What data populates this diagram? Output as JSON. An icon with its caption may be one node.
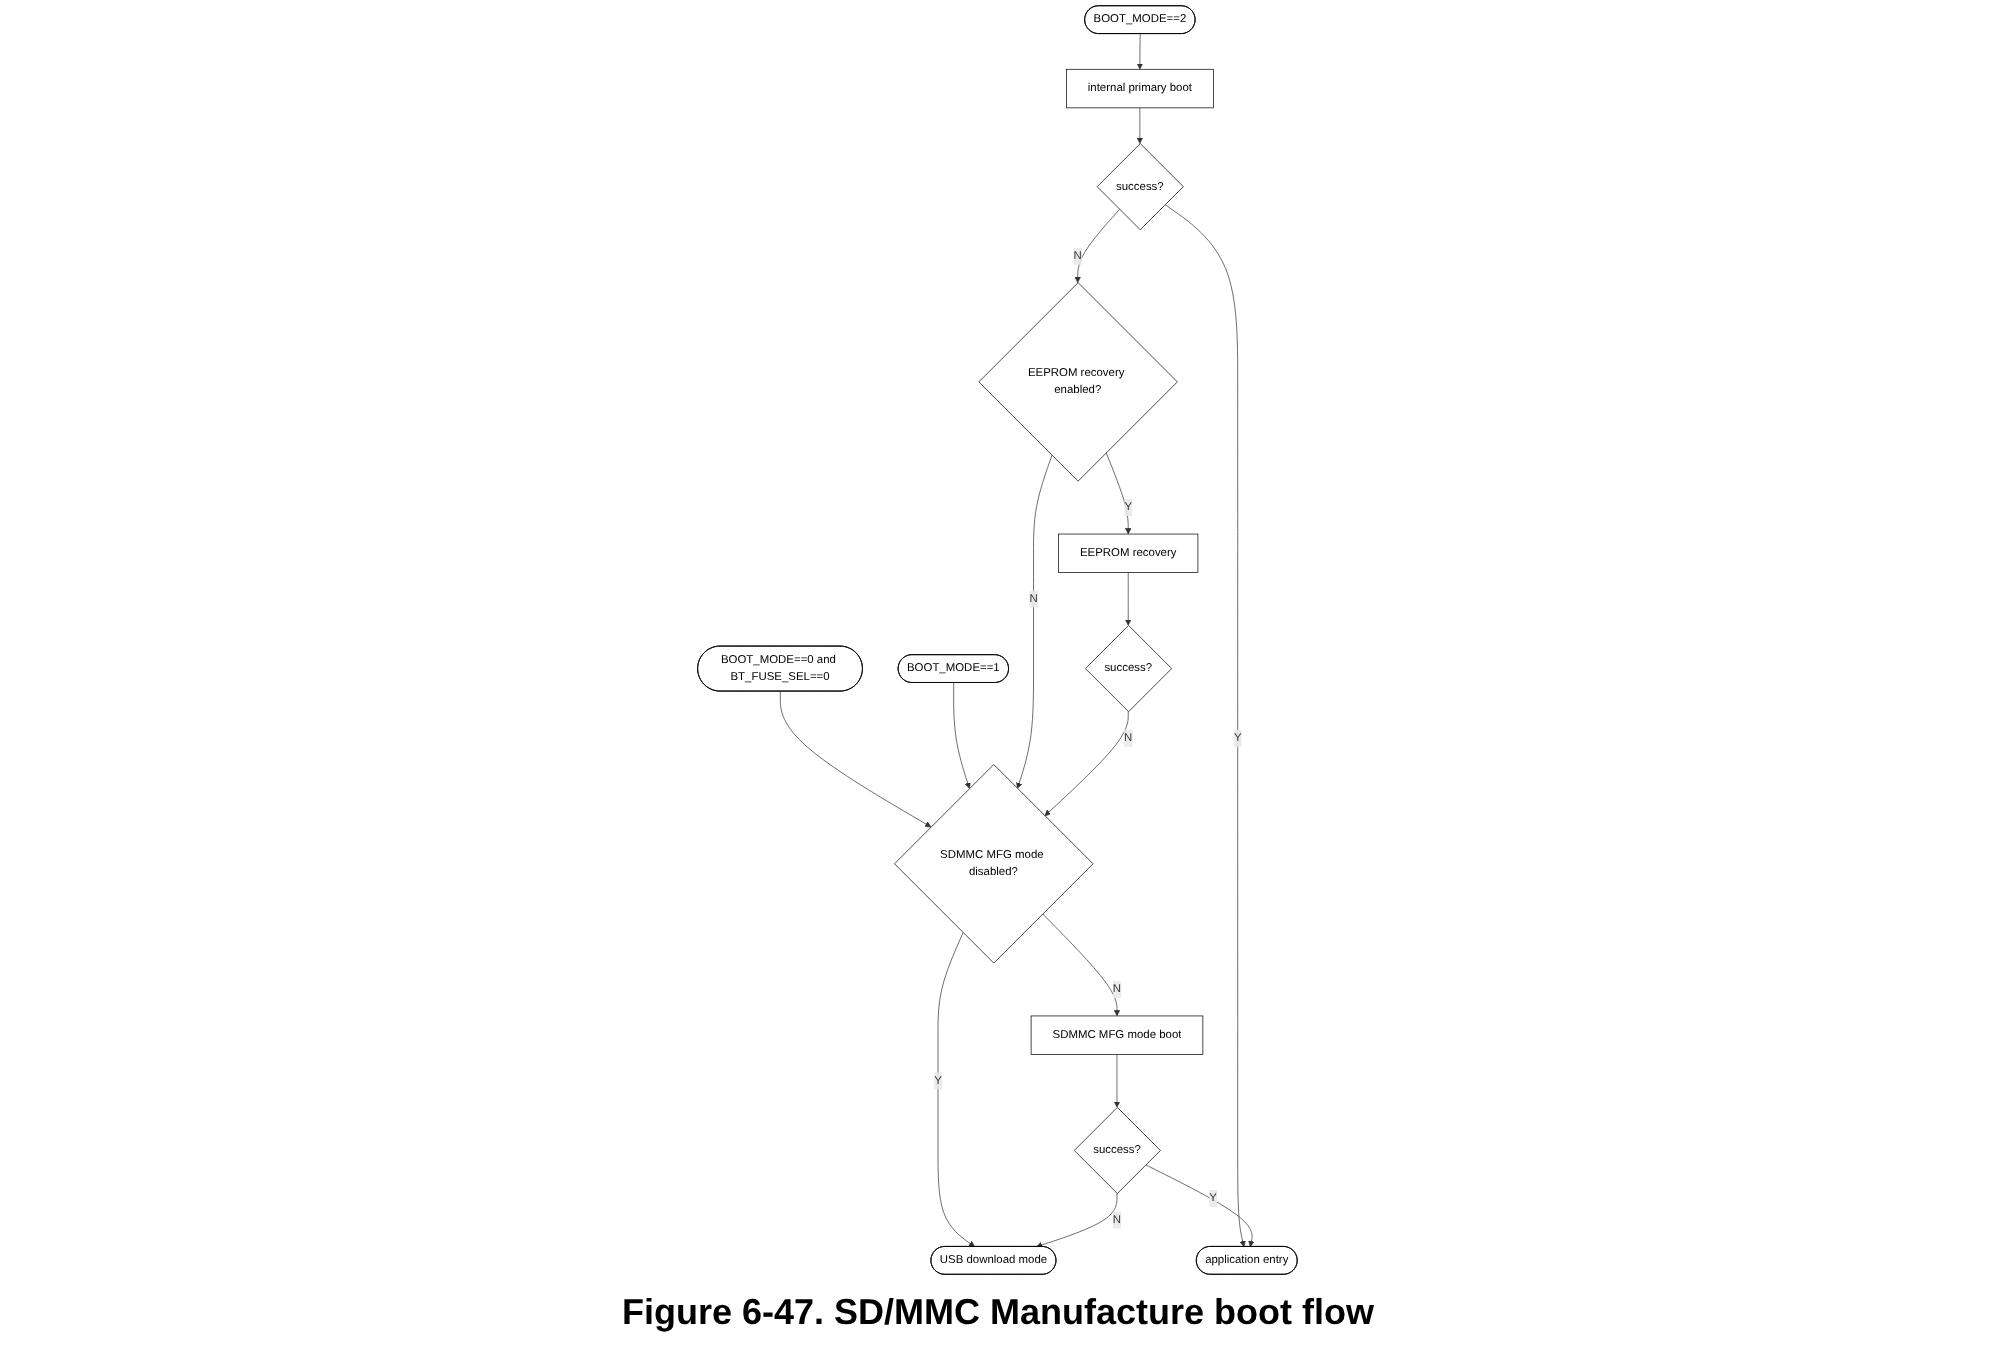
{
  "diagram": {
    "caption": "Figure 6-47. SD/MMC Manufacture boot flow",
    "nodes": [
      {
        "text": [
          "BOOT_MODE==0 and BT_FUSE_SEL==0"
        ]
      },
      {
        "text": [
          "BOOT_MODE==1"
        ]
      },
      {
        "text": [
          "BOOT_MODE==2"
        ]
      },
      {
        "text": [
          "SDMMC MFG mode disabled?"
        ]
      },
      {
        "text": [
          "internal primary boot"
        ]
      },
      {
        "text": [
          "EEPROM recovery enabled?"
        ]
      },
      {
        "text": [
          "success?"
        ]
      },
      {
        "text": [
          "SDMMC MFG mode boot"
        ]
      },
      {
        "text": [
          "EEPROM recovery"
        ]
      },
      {
        "text": [
          "success?"
        ]
      },
      {
        "text": [
          "success?"
        ]
      },
      {
        "text": [
          "USB download mode"
        ]
      },
      {
        "text": [
          "application entry"
        ]
      }
    ],
    "edges": [
      {
        "from": 0,
        "to": 3,
        "arrow": "to"
      },
      {
        "from": 1,
        "to": 3,
        "arrow": "to"
      },
      {
        "from": 2,
        "to": 4,
        "arrow": "to"
      },
      {
        "from": 4,
        "to": 6,
        "arrow": "to"
      },
      {
        "from": 6,
        "to": 5,
        "arrow": "to",
        "label": "N"
      },
      {
        "from": 6,
        "to": 12,
        "arrow": "to",
        "label": "Y"
      },
      {
        "from": 5,
        "to": 3,
        "arrow": "to",
        "label": "N"
      },
      {
        "from": 5,
        "to": 8,
        "arrow": "to",
        "label": "Y"
      },
      {
        "from": 8,
        "to": 10,
        "arrow": "to"
      },
      {
        "from": 10,
        "to": 3,
        "arrow": "to",
        "label": "N"
      },
      {
        "from": 3,
        "to": 7,
        "arrow": "to",
        "label": "N"
      },
      {
        "from": 3,
        "to": 11,
        "arrow": "to",
        "label": "Y"
      },
      {
        "from": 7,
        "to": 9,
        "arrow": "to"
      },
      {
        "from": 9,
        "to": 11,
        "arrow": "to",
        "label": "N"
      },
      {
        "from": 9,
        "to": 12,
        "arrow": "to",
        "label": "Y"
      }
    ]
  }
}
